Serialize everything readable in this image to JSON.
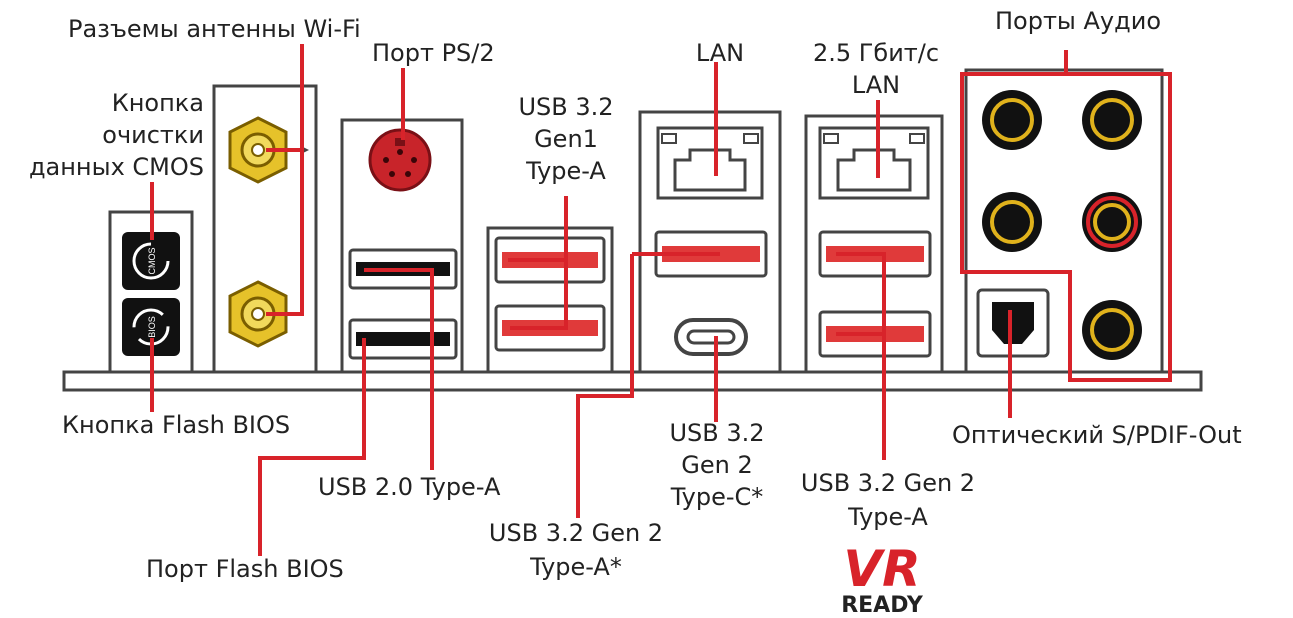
{
  "colors": {
    "accent": "#d8232a",
    "gold": "#e0b21c",
    "dark": "#111111",
    "panel": "#555555"
  },
  "labels": {
    "wifi_antenna": "Разъемы антенны Wi-Fi",
    "ps2_port": "Порт PS/2",
    "clear_cmos_1": "Кнопка",
    "clear_cmos_2": "очистки",
    "clear_cmos_3": "данных CMOS",
    "usb32_gen1_1": "USB 3.2",
    "usb32_gen1_2": "Gen1",
    "usb32_gen1_3": "Type-A",
    "lan": "LAN",
    "lan25_1": "2.5 Гбит/с",
    "lan25_2": "LAN",
    "audio_ports": "Порты Аудио",
    "flash_bios_button": "Кнопка Flash BIOS",
    "usb20_typea": "USB 2.0 Type-A",
    "flash_bios_port": "Порт Flash BIOS",
    "usb32_gen2_typea_star_1": "USB 3.2 Gen 2",
    "usb32_gen2_typea_star_2": "Type-A*",
    "usb32_gen2_typec_1": "USB 3.2",
    "usb32_gen2_typec_2": "Gen 2",
    "usb32_gen2_typec_3": "Type-C*",
    "usb32_gen2_typea_1": "USB 3.2 Gen 2",
    "usb32_gen2_typea_2": "Type-A",
    "optical_spdif": "Оптический S/PDIF-Out",
    "cmos_button_text": "CMOS",
    "bios_button_text": "BIOS"
  },
  "logo": {
    "vr": "VR",
    "ready": "READY"
  }
}
